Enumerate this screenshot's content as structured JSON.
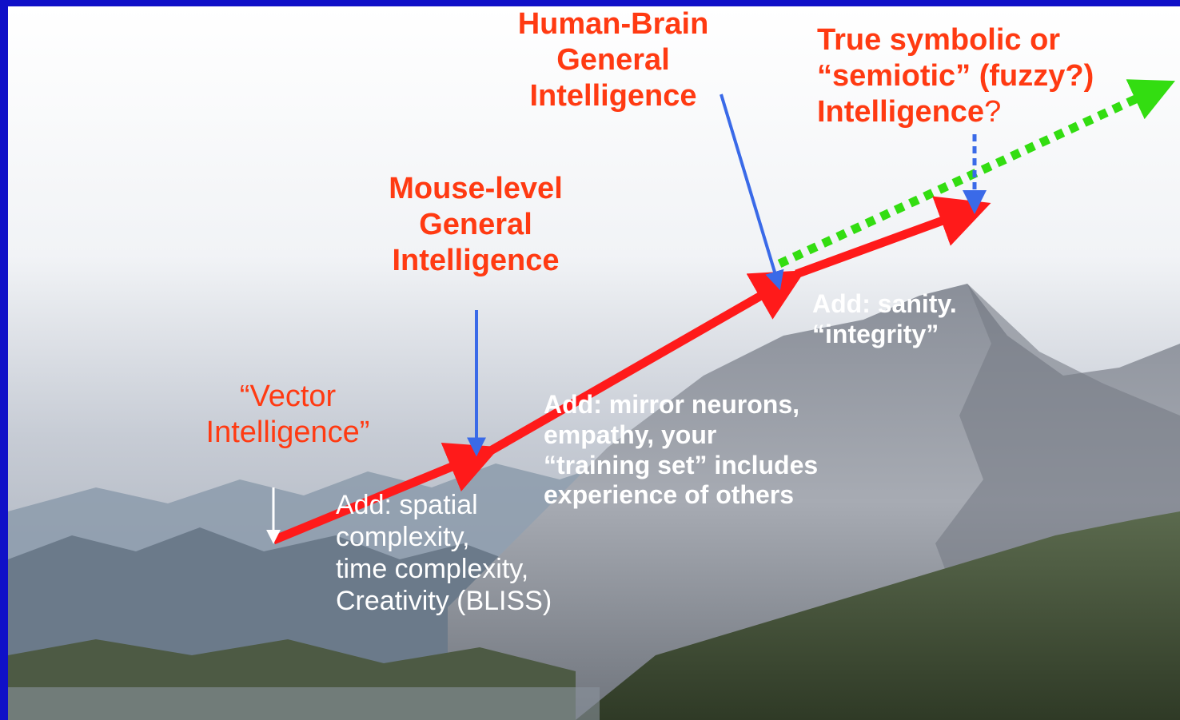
{
  "labels": {
    "human_brain": [
      "Human-Brain",
      "General",
      "Intelligence"
    ],
    "true_symbolic": {
      "line1": "True symbolic or",
      "line2": "“semiotic” (fuzzy?)",
      "line3_bold": "Intelligence",
      "line3_suffix": "?"
    },
    "mouse_level": [
      "Mouse-level",
      "General",
      "Intelligence"
    ],
    "vector": [
      "“Vector",
      "Intelligence”"
    ],
    "add_sanity": [
      "Add: sanity.",
      "“integrity”"
    ],
    "add_mirror": [
      "Add: mirror neurons,",
      "empathy, your",
      "“training set” includes",
      "experience of others"
    ],
    "add_spatial": [
      "Add: spatial",
      "complexity,",
      "time complexity,",
      "Creativity (BLISS)"
    ]
  },
  "colors": {
    "frame": "#1010c8",
    "title_red": "#ff3a12",
    "arrow_red": "#ff1a1a",
    "pointer_blue": "#3a6ae8",
    "dotted_green": "#33dd11",
    "note_white": "#ffffff"
  }
}
